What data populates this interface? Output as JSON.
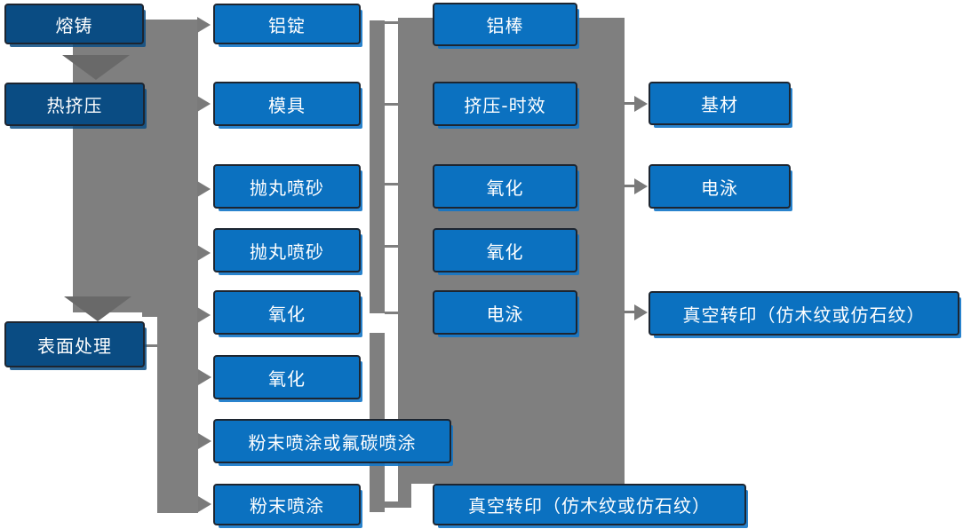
{
  "diagram": {
    "type": "flowchart",
    "background": "#ffffff",
    "colors": {
      "process_box_blue": "#0b71c0",
      "stage_box_dark_blue": "#0a4c83",
      "connector_gray": "#7f7f7f",
      "arrowhead_dark_gray": "#696969",
      "node_border": "#1d2530",
      "node_text": "#ffffff"
    },
    "nodes": {
      "c1r1": {
        "label": "熔铸"
      },
      "c1r2": {
        "label": "热挤压"
      },
      "c1r3": {
        "label": "表面处理"
      },
      "c2r1": {
        "label": "铝锭"
      },
      "c2r2": {
        "label": "模具"
      },
      "c2r3": {
        "label": "抛丸喷砂"
      },
      "c2r4": {
        "label": "抛丸喷砂"
      },
      "c2r5": {
        "label": "氧化"
      },
      "c2r6": {
        "label": "氧化"
      },
      "c2r7": {
        "label": "粉末喷涂或氟碳喷涂"
      },
      "c2r8": {
        "label": "粉末喷涂"
      },
      "c3r1": {
        "label": "铝棒"
      },
      "c3r2": {
        "label": "挤压-时效"
      },
      "c3r3": {
        "label": "氧化"
      },
      "c3r4": {
        "label": "氧化"
      },
      "c3r5": {
        "label": "电泳"
      },
      "c3r6": {
        "label": "真空转印（仿木纹或仿石纹）"
      },
      "c4r1": {
        "label": "基材"
      },
      "c4r2": {
        "label": "电泳"
      },
      "c4r3": {
        "label": "真空转印（仿木纹或仿石纹）"
      }
    },
    "columns": [
      {
        "name": "stages",
        "node_ids": [
          "c1r1",
          "c1r2",
          "c1r3"
        ]
      },
      {
        "name": "inputs-and-treatments",
        "node_ids": [
          "c2r1",
          "c2r2",
          "c2r3",
          "c2r4",
          "c2r5",
          "c2r6",
          "c2r7",
          "c2r8"
        ]
      },
      {
        "name": "process-steps",
        "node_ids": [
          "c3r1",
          "c3r2",
          "c3r3",
          "c3r4",
          "c3r5",
          "c3r6"
        ]
      },
      {
        "name": "outputs",
        "node_ids": [
          "c4r1",
          "c4r2",
          "c4r3"
        ]
      }
    ],
    "edges": [
      {
        "from": "c1r1",
        "to": "c1r2",
        "style": "down-arrow"
      },
      {
        "from": "c1r2",
        "to": "c1r3",
        "style": "down-arrow"
      },
      {
        "from": "c1r1",
        "to": "c2r1",
        "style": "right-arrow"
      },
      {
        "from": "c1r2",
        "to": "c2r2",
        "style": "right-arrow"
      },
      {
        "from": "c1r2",
        "to": "c2r3",
        "style": "right-arrow"
      },
      {
        "from": "c1r2",
        "to": "c2r4",
        "style": "right-arrow"
      },
      {
        "from": "c1r2",
        "to": "c2r5",
        "style": "right-arrow"
      },
      {
        "from": "c1r3",
        "to": "c2r6",
        "style": "right-arrow"
      },
      {
        "from": "c1r3",
        "to": "c2r7",
        "style": "right-arrow"
      },
      {
        "from": "c1r3",
        "to": "c2r8",
        "style": "right-arrow"
      },
      {
        "from": "c2r1",
        "to": "c3r1",
        "style": "line"
      },
      {
        "from": "c2r2",
        "to": "c3r2",
        "style": "line"
      },
      {
        "from": "c2r3",
        "to": "c3r3",
        "style": "line"
      },
      {
        "from": "c2r4",
        "to": "c3r4",
        "style": "line"
      },
      {
        "from": "c2r5",
        "to": "c3r5",
        "style": "line"
      },
      {
        "from": "c2r8",
        "to": "c3r6",
        "style": "line"
      },
      {
        "from": "c3r2",
        "to": "c4r1",
        "style": "right-arrow"
      },
      {
        "from": "c3r3",
        "to": "c4r2",
        "style": "right-arrow"
      },
      {
        "from": "c3r5",
        "to": "c4r3",
        "style": "right-arrow"
      }
    ]
  }
}
